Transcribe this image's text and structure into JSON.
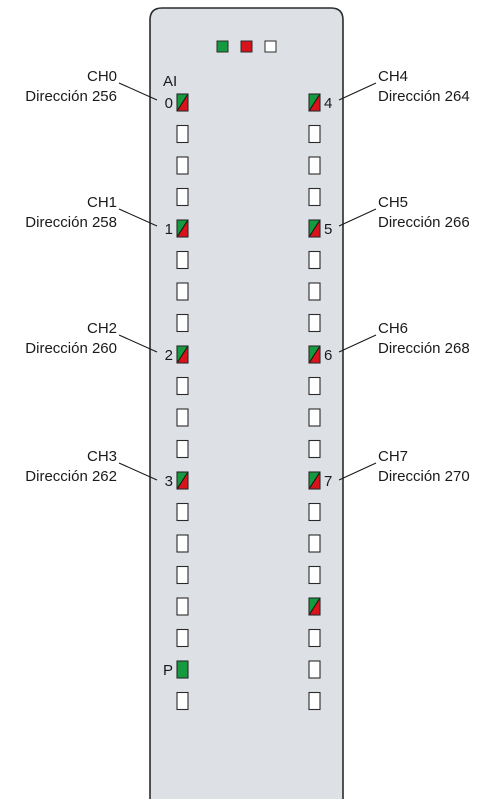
{
  "module": {
    "ai_label": "AI",
    "status_leds": [
      "green",
      "red",
      "white"
    ],
    "left_column": [
      {
        "type": "bicolor",
        "number": "0"
      },
      {
        "type": "empty"
      },
      {
        "type": "empty"
      },
      {
        "type": "empty"
      },
      {
        "type": "bicolor",
        "number": "1"
      },
      {
        "type": "empty"
      },
      {
        "type": "empty"
      },
      {
        "type": "empty"
      },
      {
        "type": "bicolor",
        "number": "2"
      },
      {
        "type": "empty"
      },
      {
        "type": "empty"
      },
      {
        "type": "empty"
      },
      {
        "type": "bicolor",
        "number": "3"
      },
      {
        "type": "empty"
      },
      {
        "type": "empty"
      },
      {
        "type": "empty"
      },
      {
        "type": "empty"
      },
      {
        "type": "empty"
      },
      {
        "type": "green",
        "number": "P"
      },
      {
        "type": "empty"
      }
    ],
    "right_column": [
      {
        "type": "bicolor",
        "number": "4"
      },
      {
        "type": "empty"
      },
      {
        "type": "empty"
      },
      {
        "type": "empty"
      },
      {
        "type": "bicolor",
        "number": "5"
      },
      {
        "type": "empty"
      },
      {
        "type": "empty"
      },
      {
        "type": "empty"
      },
      {
        "type": "bicolor",
        "number": "6"
      },
      {
        "type": "empty"
      },
      {
        "type": "empty"
      },
      {
        "type": "empty"
      },
      {
        "type": "bicolor",
        "number": "7"
      },
      {
        "type": "empty"
      },
      {
        "type": "empty"
      },
      {
        "type": "empty"
      },
      {
        "type": "bicolor"
      },
      {
        "type": "empty"
      },
      {
        "type": "empty"
      },
      {
        "type": "empty"
      }
    ]
  },
  "channels": {
    "left": [
      {
        "channel": "CH0",
        "address": "Dirección 256"
      },
      {
        "channel": "CH1",
        "address": "Dirección 258"
      },
      {
        "channel": "CH2",
        "address": "Dirección 260"
      },
      {
        "channel": "CH3",
        "address": "Dirección 262"
      }
    ],
    "right": [
      {
        "channel": "CH4",
        "address": "Dirección 264"
      },
      {
        "channel": "CH5",
        "address": "Dirección 266"
      },
      {
        "channel": "CH6",
        "address": "Dirección 268"
      },
      {
        "channel": "CH7",
        "address": "Dirección 270"
      }
    ]
  },
  "colors": {
    "panel_fill": "#dde1e6",
    "panel_stroke": "#2b2b2b",
    "led_green": "#159a3f",
    "led_red": "#d8131c",
    "led_border": "#2a2a2a"
  }
}
